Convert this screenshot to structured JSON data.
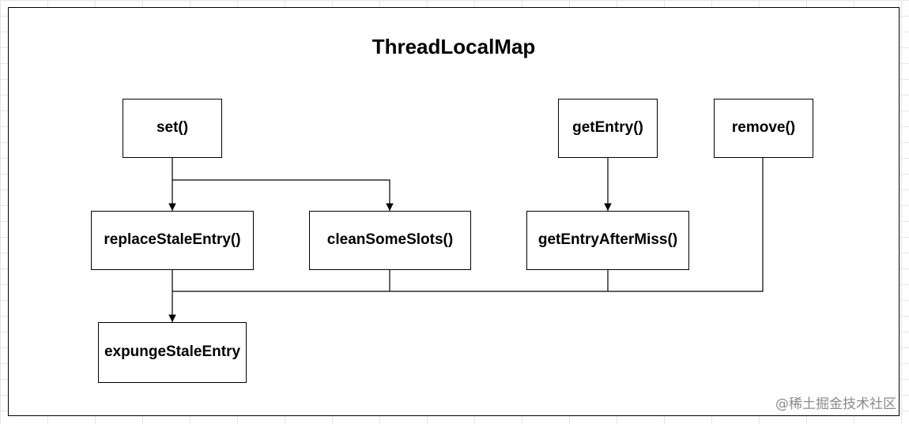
{
  "title": "ThreadLocalMap",
  "boxes": {
    "set": "set()",
    "get_entry": "getEntry()",
    "remove": "remove()",
    "replace_stale_entry": "replaceStaleEntry()",
    "clean_some_slots": "cleanSomeSlots()",
    "get_entry_after_miss": "getEntryAfterMiss()",
    "expunge_stale_entry": "expungeStaleEntry"
  },
  "watermark": "@稀土掘金技术社区"
}
